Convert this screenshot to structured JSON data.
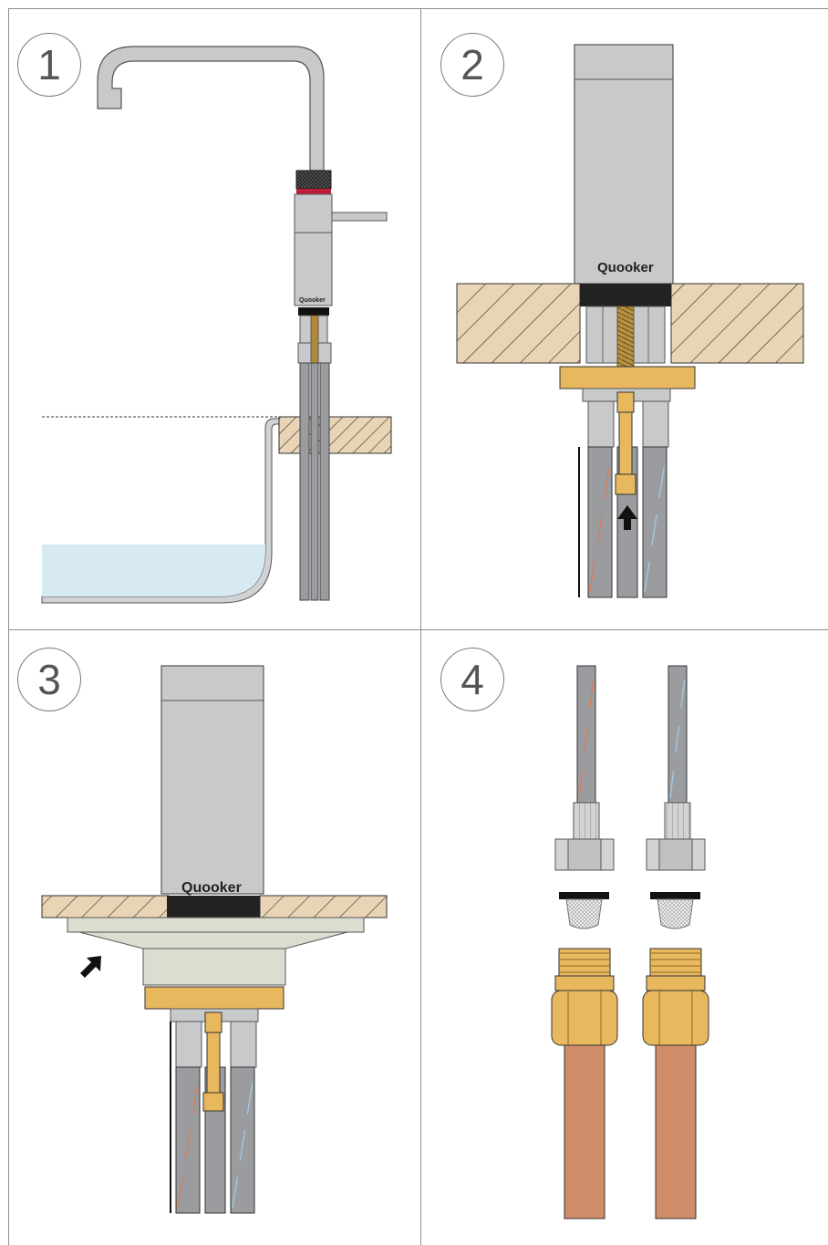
{
  "steps": [
    {
      "number": "1"
    },
    {
      "number": "2"
    },
    {
      "number": "3"
    },
    {
      "number": "4"
    }
  ],
  "brand": {
    "small_label": "Quooker",
    "large_label": "Quooker"
  },
  "colors": {
    "chrome": "#c8c9cb",
    "chrome_dark": "#9a9c9f",
    "wood": "#e9d4b5",
    "brass": "#e7b85d",
    "copper": "#cf8d69",
    "water": "#d7eaf4",
    "gasket": "#111111",
    "accent_red": "#c01c3b",
    "hot_stripe": "#e07c52",
    "cold_stripe": "#9fd0ee"
  }
}
